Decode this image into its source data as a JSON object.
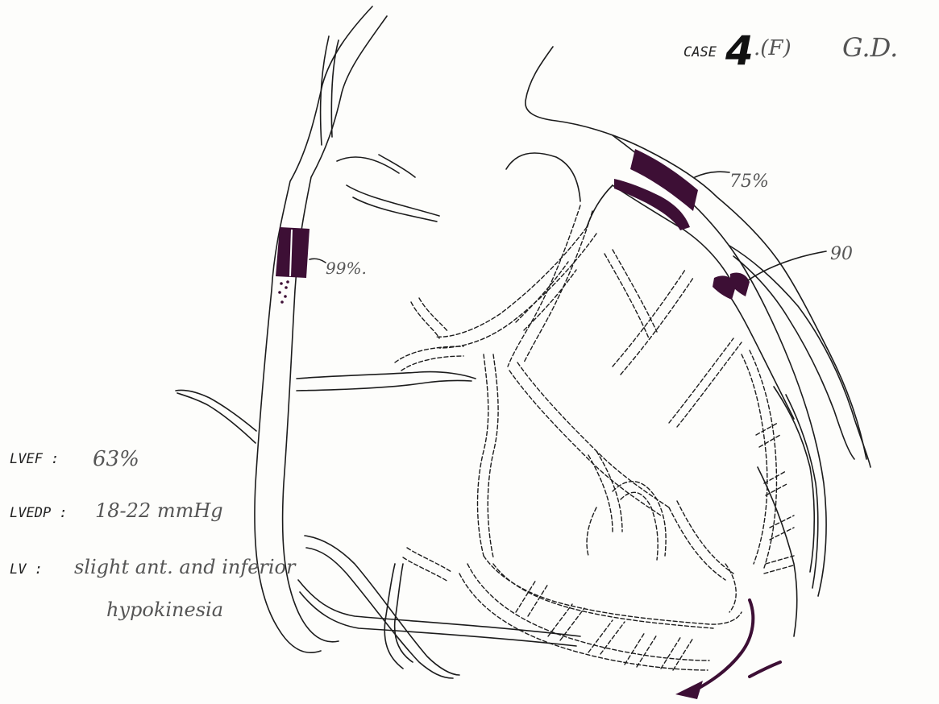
{
  "header": {
    "case_label": "CASE",
    "case_number": "4",
    "case_suffix": ".(F)",
    "patient_initials": "G.D."
  },
  "stenoses": {
    "rca": "99%.",
    "lad": "75%",
    "circumflex": "90"
  },
  "findings": {
    "lvef_label": "LVEF :",
    "lvef_value": "63%",
    "lvedp_label": "LVEDP :",
    "lvedp_value": "18-22 mmHg",
    "lv_label": "LV :",
    "lv_value_line1": "slight ant. and inferior",
    "lv_value_line2": "hypokinesia"
  },
  "colors": {
    "ink": "#1c1c1c",
    "lesion": "#3d0f35",
    "handwriting": "#555555"
  }
}
